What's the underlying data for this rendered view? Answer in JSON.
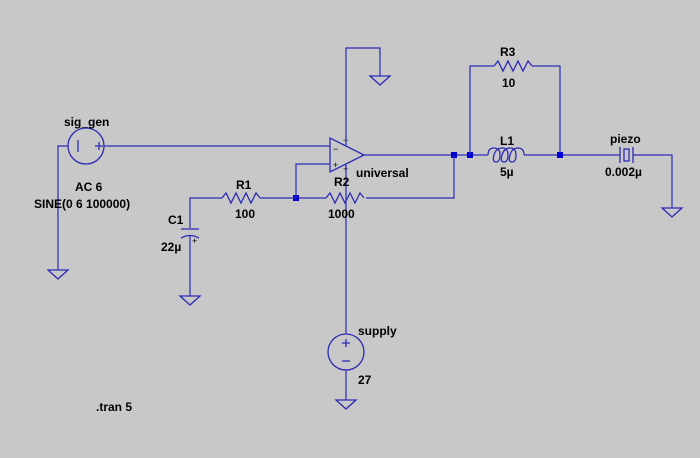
{
  "components": {
    "sig_gen": {
      "name": "sig_gen",
      "value1": "AC 6",
      "value2": "SINE(0 6 100000)"
    },
    "opamp": {
      "name": "universal"
    },
    "r1": {
      "name": "R1",
      "value": "100"
    },
    "r2": {
      "name": "R2",
      "value": "1000"
    },
    "r3": {
      "name": "R3",
      "value": "10"
    },
    "l1": {
      "name": "L1",
      "value": "5µ"
    },
    "c1": {
      "name": "C1",
      "value": "22µ"
    },
    "piezo": {
      "name": "piezo",
      "value": "0.002µ"
    },
    "supply": {
      "name": "supply",
      "value": "27"
    }
  },
  "directive": ".tran 5",
  "symbols": {
    "plus": "+",
    "minus": "−",
    "pin_plus": "+",
    "pin_minus": "−"
  },
  "colors": {
    "background": "#c8c8c8",
    "wire": "#2b2bb5",
    "node": "#0000d8",
    "text": "#000000"
  }
}
